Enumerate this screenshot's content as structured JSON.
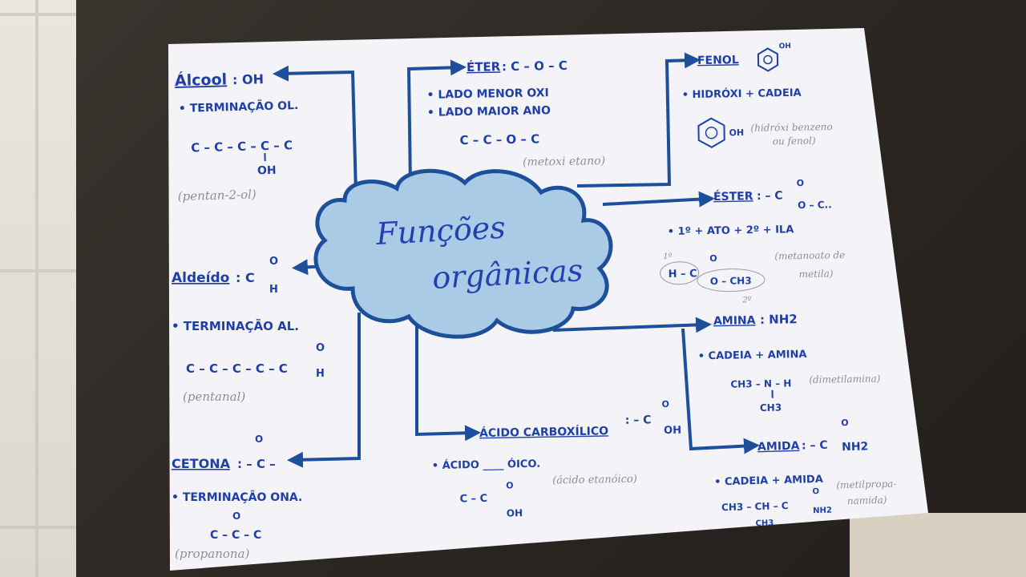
{
  "title_line1": "Funções",
  "title_line2": "orgânicas",
  "alcool": {
    "heading": "Álcool",
    "formula": ": OH",
    "bullet": "• TERMINAÇÃO OL.",
    "structure": "C – C – C – C – C",
    "oh": "OH",
    "example": "(pentan-2-ol)"
  },
  "aldeido": {
    "heading": "Aldeído",
    "formula_c": ": C",
    "formula_o": "O",
    "formula_h": "H",
    "bullet": "• TERMINAÇÃO AL.",
    "structure": "C – C – C – C – C",
    "o": "O",
    "h": "H",
    "example": "(pentanal)"
  },
  "cetona": {
    "heading": "CETONA",
    "formula": ": – C –",
    "top_o": "O",
    "bullet": "• TERMINAÇÃO ONA.",
    "structure": "C – C – C",
    "o": "O",
    "example": "(propanona)"
  },
  "eter": {
    "heading": "ÉTER",
    "formula": ": C – O – C",
    "bullet1": "• LADO MENOR OXI",
    "bullet2": "• LADO MAIOR ANO",
    "structure": "C – C – O – C",
    "example": "(metoxi etano)"
  },
  "fenol": {
    "heading": "FENOL",
    "formula_oh": "OH",
    "bullet": "• HIDRÓXI + CADEIA",
    "ring_oh": "OH",
    "example_line1": "(hidróxi benzeno",
    "example_line2": "ou fenol)"
  },
  "ester": {
    "heading": "ÉSTER",
    "formula_c": ": – C",
    "formula_o": "O",
    "formula_tail": "O – C..",
    "bullet": "• 1º + ATO + 2º + ILA",
    "first": "1º",
    "second": "2º",
    "structure_c": "H – C",
    "structure_o": "O",
    "structure_tail": "O – CH3",
    "example_line1": "(metanoato de",
    "example_line2": "metila)"
  },
  "amina": {
    "heading": "AMINA",
    "formula": ": NH2",
    "bullet": "• CADEIA + AMINA",
    "structure": "CH3 – N – H",
    "ch3": "CH3",
    "example": "(dimetilamina)"
  },
  "amida": {
    "heading": "AMIDA",
    "formula_c": ": – C",
    "formula_o": "O",
    "formula_tail": "NH2",
    "bullet": "• CADEIA + AMIDA",
    "structure": "CH3 – CH – C",
    "o": "O",
    "nh2": "NH2",
    "ch3": "CH3",
    "example_line1": "(metilpropa-",
    "example_line2": "namida)"
  },
  "acido": {
    "heading": "ÁCIDO CARBOXÍLICO",
    "formula_c": ": – C",
    "formula_o": "O",
    "formula_oh": "OH",
    "bullet": "• ÁCIDO ____ ÓICO.",
    "structure": "C – C",
    "o": "O",
    "oh": "OH",
    "example": "(ácido etanóico)"
  },
  "colors": {
    "ink": "#1f3fa8",
    "cloud_fill": "#a9cbe6",
    "cloud_stroke": "#1d4f9a",
    "paper": "#f4f4f8",
    "pencil": "#8d8d98"
  }
}
